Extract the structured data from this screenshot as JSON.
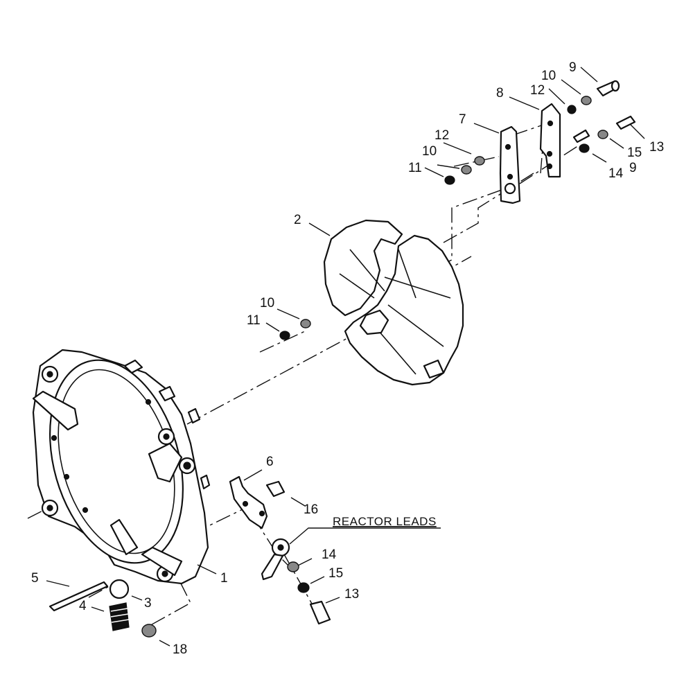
{
  "callouts": {
    "c1": "1",
    "c2": "2",
    "c3": "3",
    "c4": "4",
    "c5": "5",
    "c6": "6",
    "c7": "7",
    "c8": "8",
    "c9a": "9",
    "c9b": "9",
    "c10a": "10",
    "c10b": "10",
    "c10c": "10",
    "c11a": "11",
    "c11b": "11",
    "c12a": "12",
    "c12b": "12",
    "c13a": "13",
    "c13b": "13",
    "c14a": "14",
    "c14b": "14",
    "c15a": "15",
    "c15b": "15",
    "c16": "16",
    "c18": "18"
  },
  "labels": {
    "reactor_leads": "REACTOR LEADS"
  }
}
